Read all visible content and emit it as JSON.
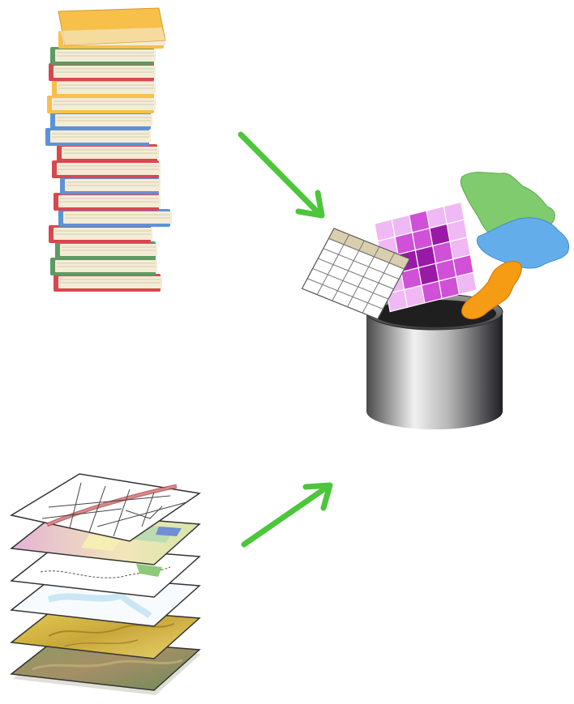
{
  "diagram": {
    "nodes": [
      {
        "id": "books",
        "icon": "book-stack-icon"
      },
      {
        "id": "layers",
        "icon": "map-layers-icon"
      },
      {
        "id": "database",
        "icon": "database-cylinder-icon"
      },
      {
        "id": "table",
        "icon": "attribute-table-icon"
      },
      {
        "id": "raster",
        "icon": "raster-grid-icon"
      },
      {
        "id": "region-green",
        "icon": "vector-region-icon"
      },
      {
        "id": "region-blue",
        "icon": "vector-region-icon"
      },
      {
        "id": "region-orange",
        "icon": "vector-region-icon"
      }
    ],
    "edges": [
      {
        "from": "books",
        "to": "database",
        "icon": "arrow-icon"
      },
      {
        "from": "layers",
        "to": "database",
        "icon": "arrow-icon"
      }
    ]
  },
  "colors": {
    "arrow": "#4cc63a",
    "book_yellow": "#f7c04a",
    "book_green": "#5e9a62",
    "book_blue": "#5c93d6",
    "book_red": "#d9474f",
    "book_cream": "#f4ecd6",
    "raster_light": "#f0b8f4",
    "raster_mid": "#d050d8",
    "raster_dark": "#9a1aa8",
    "table_header": "#d9cfae",
    "region_green": "#7fcb6d",
    "region_blue": "#63aeea",
    "region_orange": "#f59b14",
    "cylinder_light": "#f2f2f2",
    "cylinder_dark": "#3a3a3a"
  }
}
